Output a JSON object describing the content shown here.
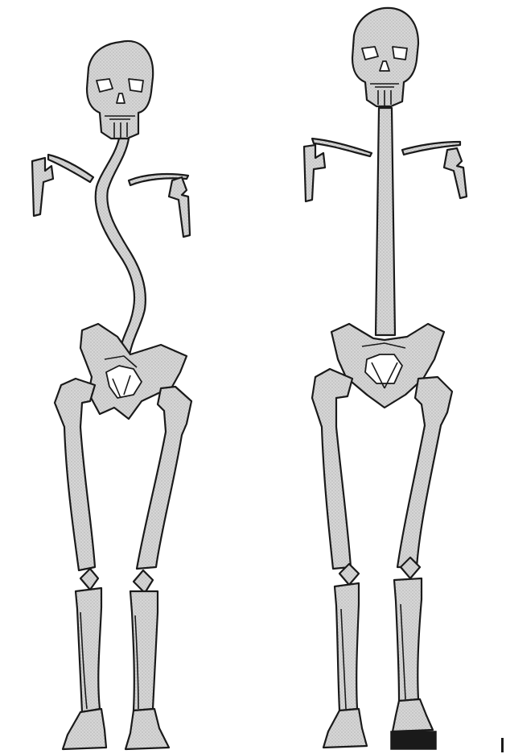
{
  "figure": {
    "panels": [
      {
        "id": "left",
        "label": "",
        "spine": "curved",
        "heel_lift": false
      },
      {
        "id": "right",
        "label": "",
        "spine": "straight",
        "heel_lift": true
      }
    ],
    "colors": {
      "bone_fill": "#d4d4d4",
      "outline": "#1a1a1a",
      "heel_lift": "#1a1a1a",
      "background": "#ffffff"
    }
  }
}
